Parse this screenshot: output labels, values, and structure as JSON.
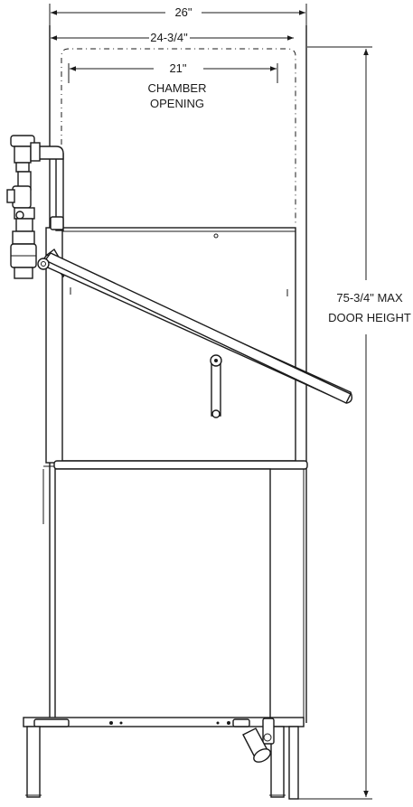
{
  "dimensions": {
    "overall_width": "26\"",
    "inner_width": "24-3/4\"",
    "chamber_width": "21\"",
    "chamber_label_line1": "CHAMBER",
    "chamber_label_line2": "OPENING",
    "door_height_line1": "75-3/4\" MAX",
    "door_height_line2": "DOOR HEIGHT"
  },
  "colors": {
    "line": "#1a1a1a",
    "background": "#ffffff"
  }
}
